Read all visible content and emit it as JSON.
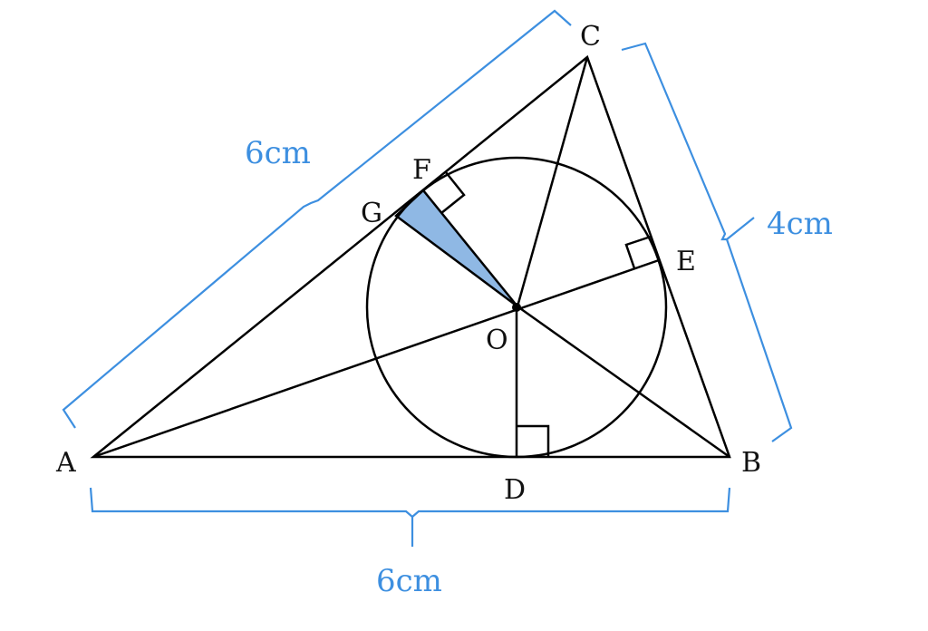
{
  "points": {
    "A": "A",
    "B": "B",
    "C": "C",
    "D": "D",
    "E": "E",
    "F": "F",
    "G": "G",
    "O": "O"
  },
  "dimensions": {
    "AC": "6cm",
    "BC": "4cm",
    "AB": "6cm"
  },
  "colors": {
    "line": "#000000",
    "dimension": "#3d8fe0",
    "shade": "#8fb8e4"
  }
}
